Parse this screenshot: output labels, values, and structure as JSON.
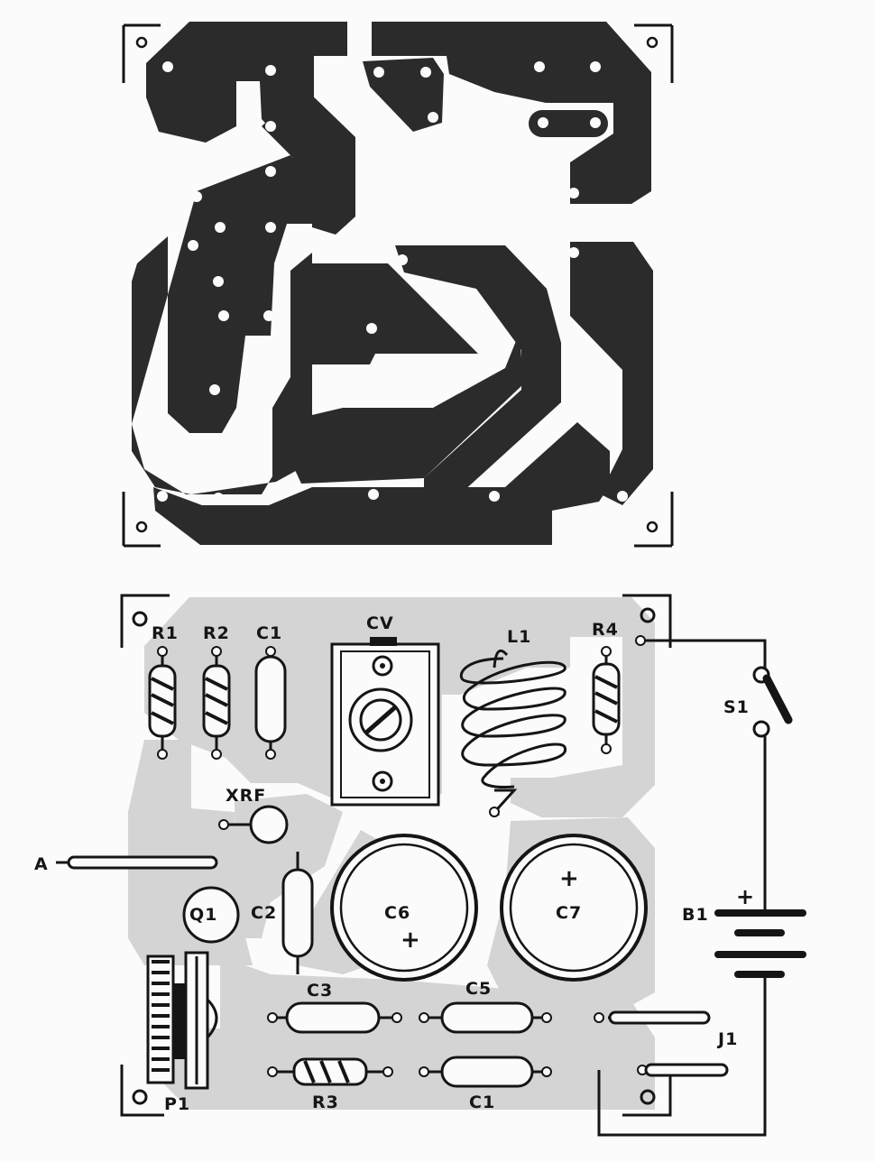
{
  "colors": {
    "copper": "#2b2b2b",
    "silkscreen_copper": "#d4d4d4",
    "ink": "#151515",
    "background": "#fbfbfb"
  },
  "component_labels": {
    "r1": "R1",
    "r2": "R2",
    "c1_top": "C1",
    "cv": "CV",
    "l1": "L1",
    "r4": "R4",
    "s1": "S1",
    "xrf": "XRF",
    "a": "A",
    "q1": "Q1",
    "c2": "C2",
    "c6": "C6",
    "c7": "C7",
    "b1": "B1",
    "c3": "C3",
    "c5": "C5",
    "j1": "J1",
    "r3": "R3",
    "c1_bottom": "C1",
    "p1": "P1"
  },
  "polarity_marks": {
    "c6": "+",
    "c7": "+",
    "b1": "+"
  }
}
